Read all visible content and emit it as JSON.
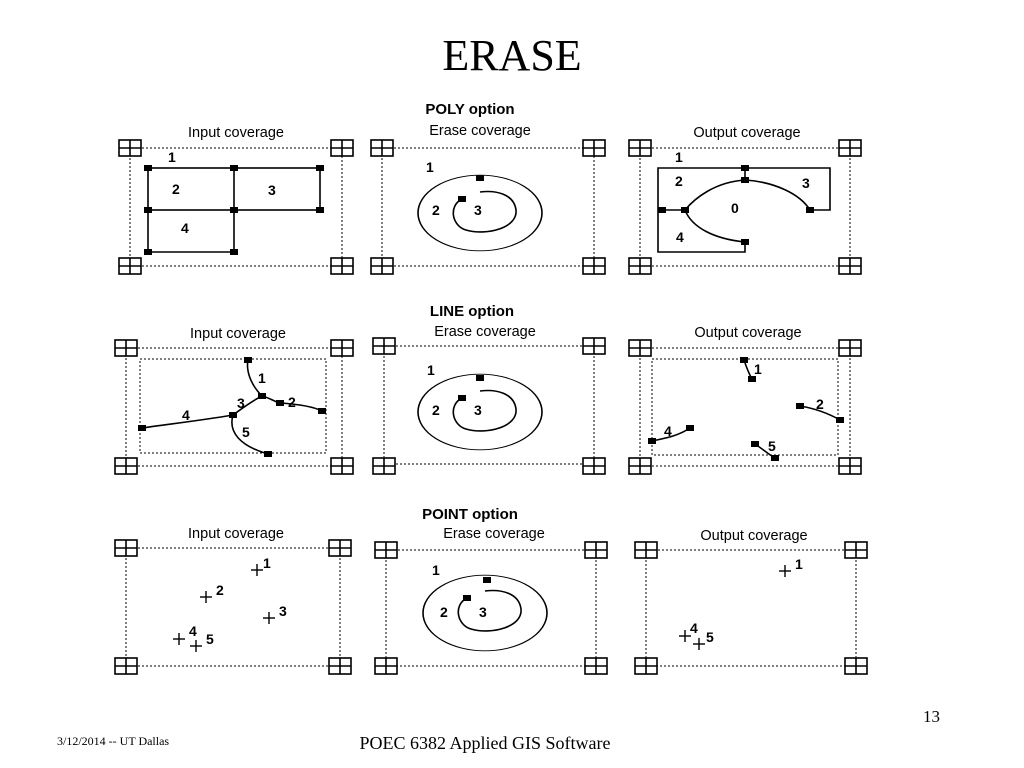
{
  "slide": {
    "title": "ERASE",
    "footer_date": "3/12/2014  -- UT Dallas",
    "footer_course": "POEC 6382 Applied GIS Software",
    "page_number": "13"
  },
  "diagram": {
    "sections": [
      {
        "option": "POLY option",
        "panels": [
          {
            "heading": "Input coverage",
            "labels": [
              "1",
              "2",
              "3",
              "4"
            ]
          },
          {
            "heading": "Erase coverage",
            "labels": [
              "1",
              "2",
              "3"
            ]
          },
          {
            "heading": "Output coverage",
            "labels": [
              "1",
              "2",
              "3",
              "0",
              "4"
            ]
          }
        ]
      },
      {
        "option": "LINE option",
        "panels": [
          {
            "heading": "Input coverage",
            "labels": [
              "1",
              "4",
              "3",
              "2",
              "5"
            ]
          },
          {
            "heading": "Erase coverage",
            "labels": [
              "1",
              "2",
              "3"
            ]
          },
          {
            "heading": "Output coverage",
            "labels": [
              "1",
              "2",
              "4",
              "5"
            ]
          }
        ]
      },
      {
        "option": "POINT option",
        "panels": [
          {
            "heading": "Input coverage",
            "labels": [
              "1",
              "2",
              "3",
              "4",
              "5"
            ]
          },
          {
            "heading": "Erase coverage",
            "labels": [
              "1",
              "2",
              "3"
            ]
          },
          {
            "heading": "Output coverage",
            "labels": [
              "1",
              "4",
              "5"
            ]
          }
        ]
      }
    ]
  }
}
